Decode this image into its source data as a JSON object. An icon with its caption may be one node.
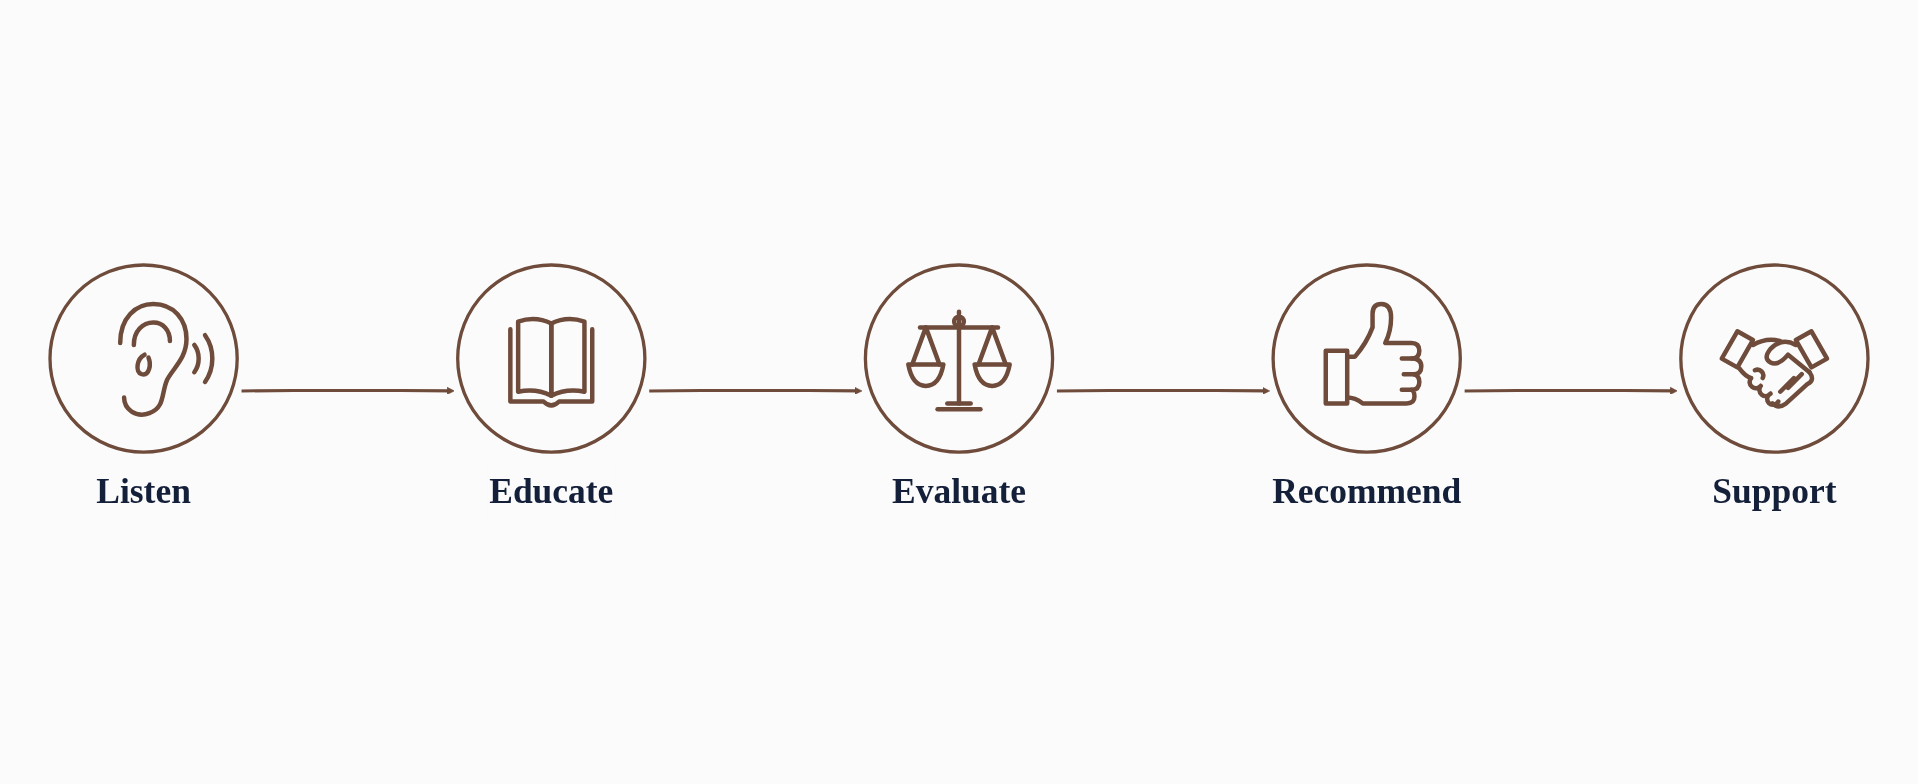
{
  "diagram": {
    "nodes": [
      {
        "text": [
          "Listen"
        ]
      },
      {
        "text": [
          "Educate"
        ]
      },
      {
        "text": [
          "Evaluate"
        ]
      },
      {
        "text": [
          "Recommend"
        ]
      },
      {
        "text": [
          "Support"
        ]
      }
    ],
    "edges": [
      {
        "from": 0,
        "to": 1,
        "arrow": "to"
      },
      {
        "from": 1,
        "to": 2,
        "arrow": "to"
      },
      {
        "from": 2,
        "to": 3,
        "arrow": "to"
      },
      {
        "from": 3,
        "to": 4,
        "arrow": "to"
      }
    ]
  }
}
